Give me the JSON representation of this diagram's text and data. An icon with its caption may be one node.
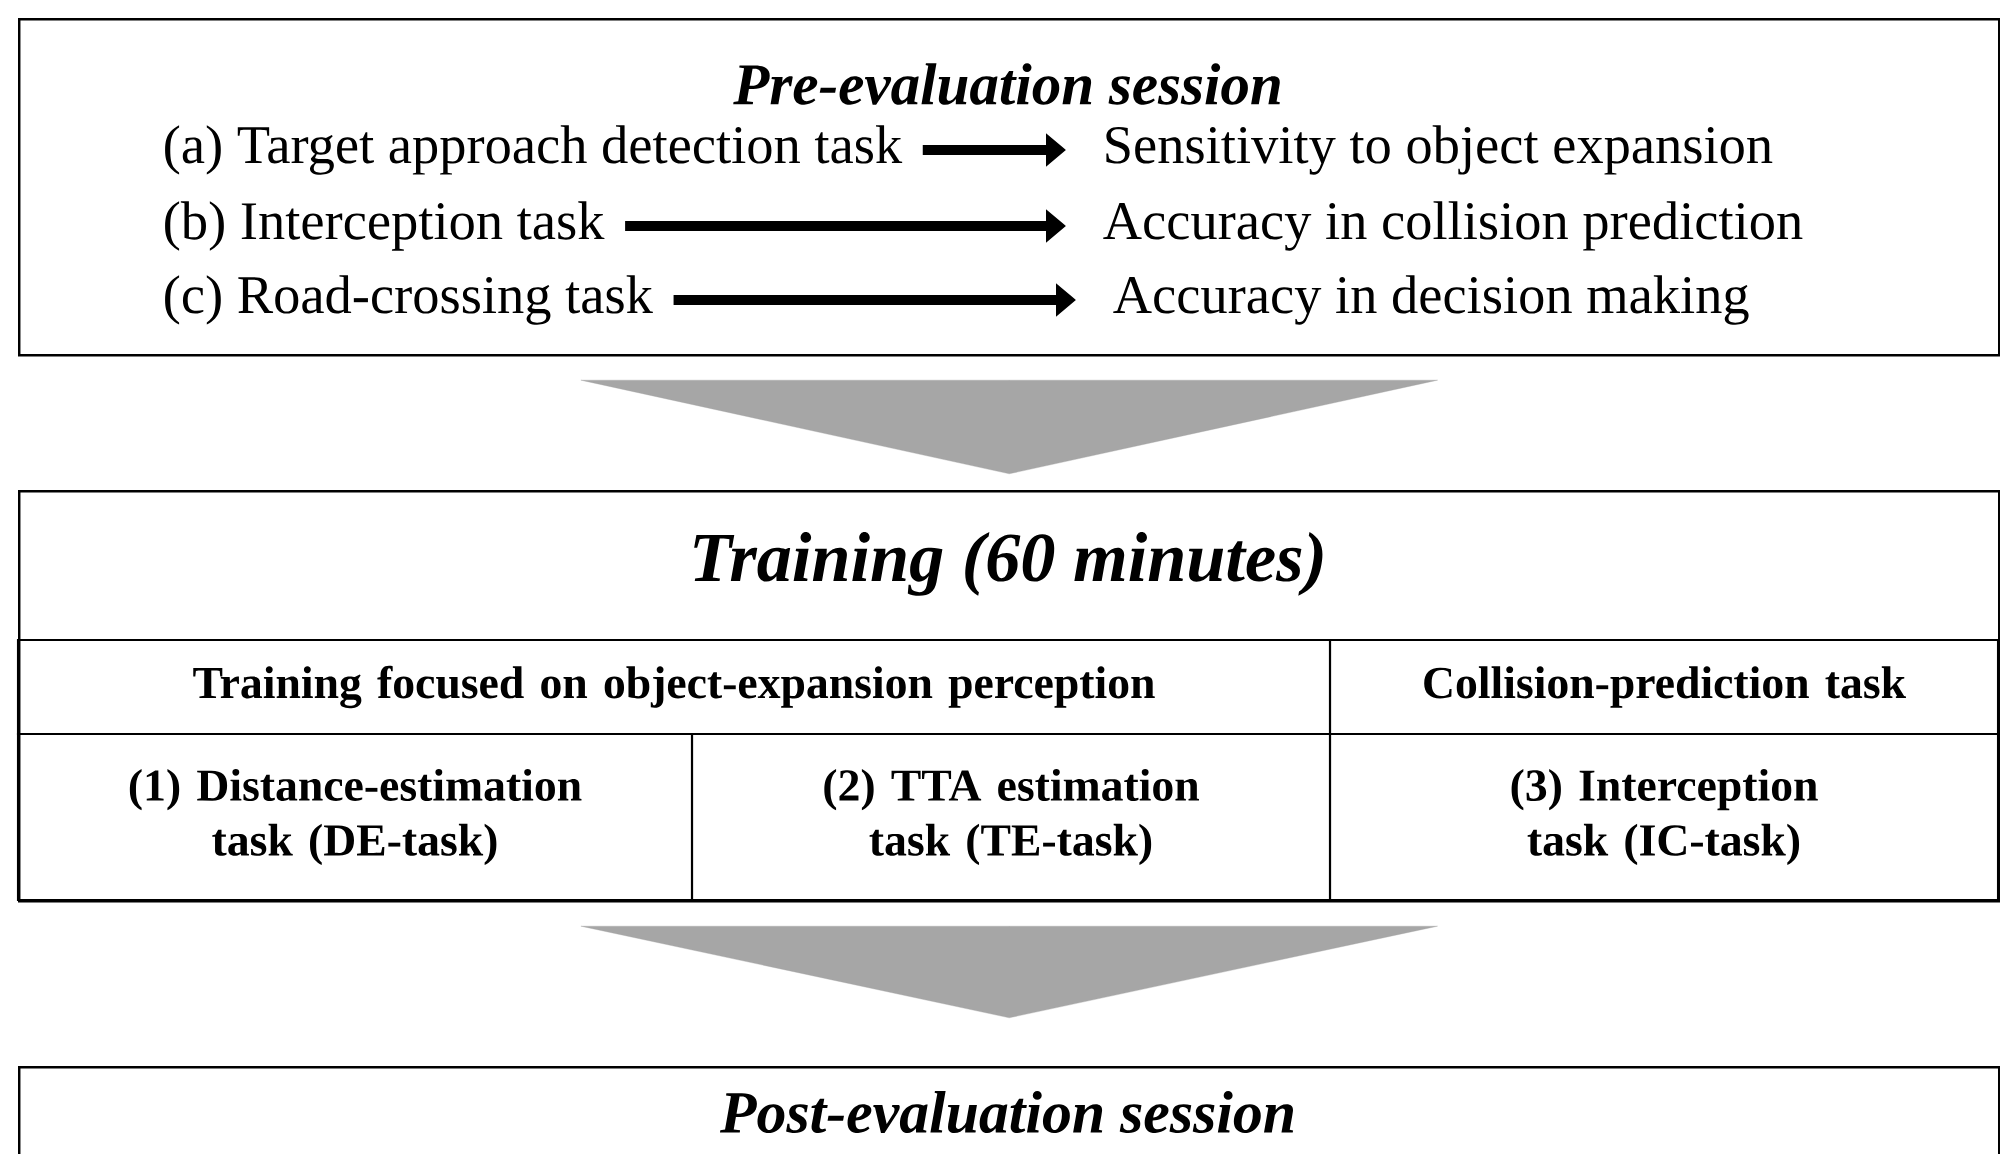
{
  "diagram": {
    "nodes": [
      {
        "text": [
          "Pre-evaluation session"
        ]
      },
      {
        "text": [
          "(a) Target approach detection task"
        ],
        "in": 0
      },
      {
        "text": [
          "Sensitivity to object expansion"
        ],
        "in": 0
      },
      {
        "text": [
          "(b) Interception task"
        ],
        "in": 0
      },
      {
        "text": [
          "Accuracy in collision prediction"
        ],
        "in": 0
      },
      {
        "text": [
          "(c) Road-crossing task"
        ],
        "in": 0
      },
      {
        "text": [
          "Accuracy in decision making"
        ],
        "in": 0
      },
      {
        "text": [
          "Training (60 minutes)"
        ]
      },
      {
        "text": [
          "Training focused on object-expansion perception"
        ],
        "in": 7
      },
      {
        "text": [
          "Collision-prediction task"
        ],
        "in": 7
      },
      {
        "text": [
          "(1) Distance-estimation task (DE-task)"
        ],
        "in": 7
      },
      {
        "text": [
          "(2) TTA estimation task (TE-task)"
        ],
        "in": 7
      },
      {
        "text": [
          "(3) Interception task (IC-task)"
        ],
        "in": 7
      },
      {
        "text": [
          "Post-evaluation session"
        ]
      }
    ],
    "edges": [
      {
        "from": 1,
        "to": 2,
        "arrow": "to"
      },
      {
        "from": 3,
        "to": 4,
        "arrow": "to"
      },
      {
        "from": 5,
        "to": 6,
        "arrow": "to"
      },
      {
        "from": 0,
        "to": 7,
        "arrow": "to",
        "style": "thick",
        "color": "#a6a6a6"
      },
      {
        "from": 7,
        "to": 13,
        "arrow": "to",
        "style": "thick",
        "color": "#a6a6a6"
      }
    ]
  }
}
